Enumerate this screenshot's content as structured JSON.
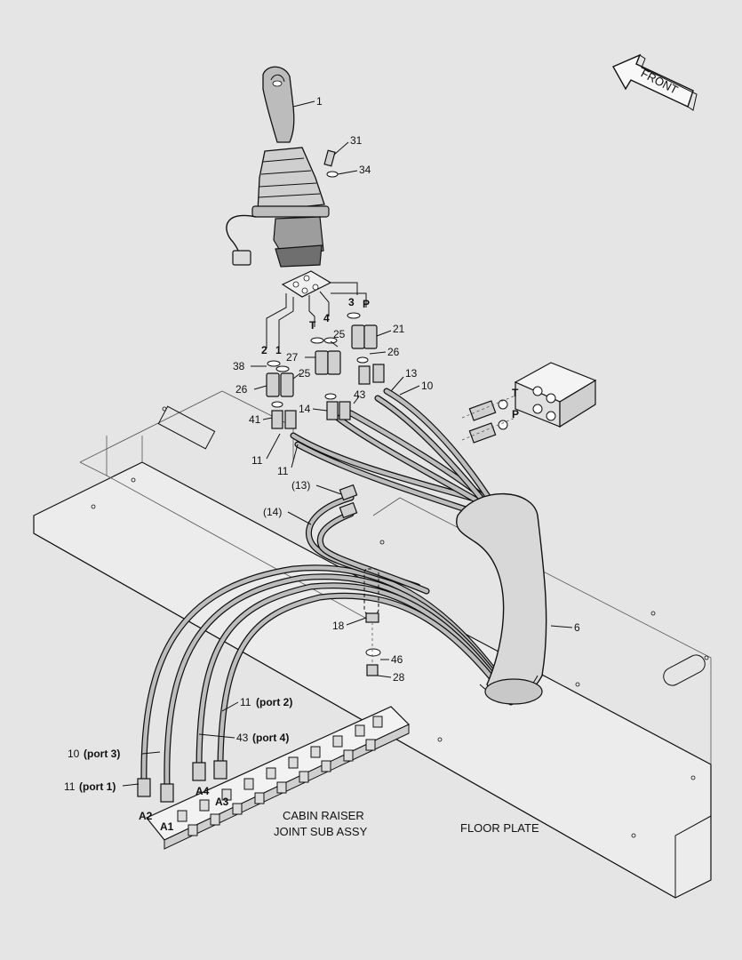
{
  "labels": {
    "front": "FRONT",
    "l1": "1",
    "l31": "31",
    "l34": "34",
    "l2": "2",
    "l1b": "1",
    "lT": "T",
    "l4": "4",
    "l3": "3",
    "lP": "P",
    "l25a": "25",
    "l21": "21",
    "l38": "38",
    "l27": "27",
    "l26a": "26",
    "l25b": "25",
    "l26b": "26",
    "l13": "13",
    "l10": "10",
    "l43a": "43",
    "l14": "14",
    "l41": "41",
    "l11a": "11",
    "l11b": "11",
    "l13p": "(13)",
    "l14p": "(14)",
    "lTv": "T",
    "lPv": "P",
    "l18": "18",
    "l6": "6",
    "l46": "46",
    "l28": "28",
    "l11c": "11",
    "port2": "(port 2)",
    "l43b": "43",
    "port4": "(port 4)",
    "l10b": "10",
    "port3": "(port 3)",
    "l11d": "11",
    "port1": "(port 1)",
    "a4": "A4",
    "a3": "A3",
    "a2": "A2",
    "a1": "A1",
    "cabin1": "CABIN RAISER",
    "cabin2": "JOINT SUB ASSY",
    "floor": "FLOOR PLATE"
  }
}
